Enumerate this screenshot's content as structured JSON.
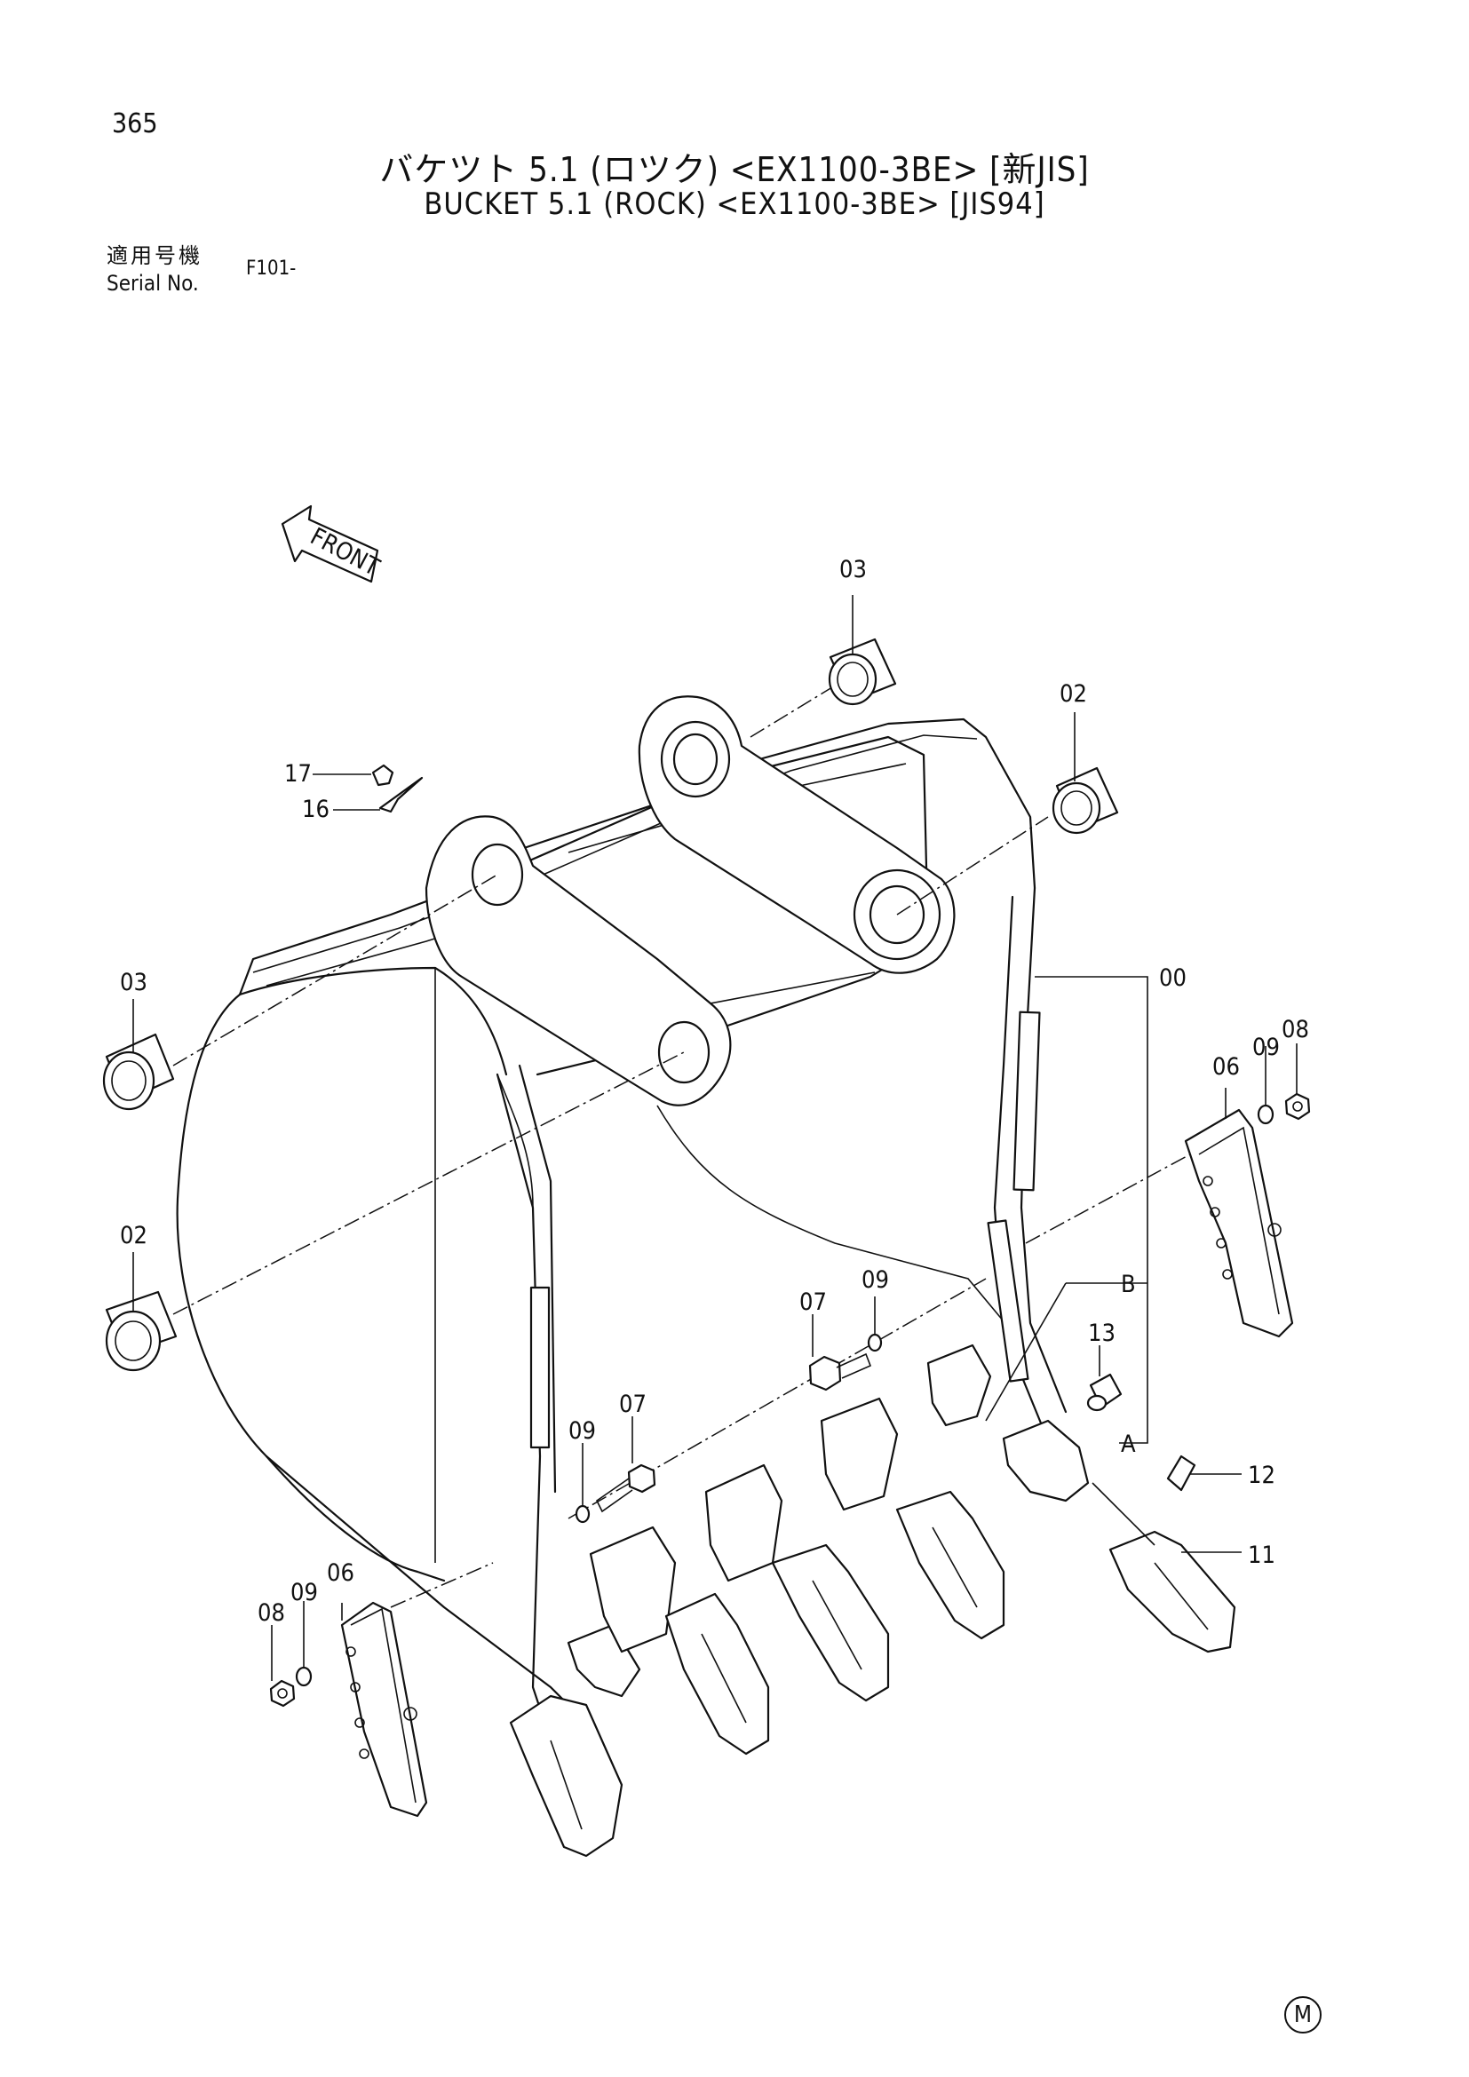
{
  "page_number": "365",
  "title_jp": "バケツト 5.1 (ロツク) <EX1100-3BE> [新JIS]",
  "title_en": "BUCKET 5.1 (ROCK) <EX1100-3BE> [JIS94]",
  "serial": {
    "label_jp": "適用号機",
    "label_en": "Serial No.",
    "value": "F101-"
  },
  "front_label": "FRONT",
  "callouts": [
    "00",
    "02",
    "02",
    "03",
    "03",
    "06",
    "06",
    "07",
    "07",
    "08",
    "08",
    "09",
    "09",
    "09",
    "09",
    "11",
    "12",
    "13",
    "16",
    "17",
    "A",
    "B"
  ],
  "mark": "M"
}
